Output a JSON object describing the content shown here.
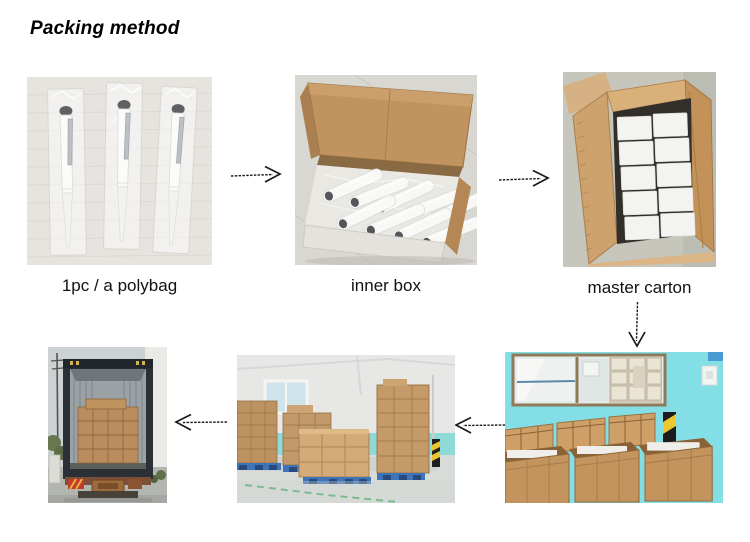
{
  "page": {
    "title": "Packing method",
    "background": "#ffffff",
    "text_color": "#000000"
  },
  "flow": {
    "top_row": [
      {
        "photo": "three-pens-in-clear-polybags",
        "label": "1pc / a polybag"
      },
      {
        "photo": "polybagged-pens-in-open-inner-box",
        "label": "inner box"
      },
      {
        "photo": "white-inner-boxes-packed-in-master-carton",
        "label": "master carton"
      }
    ],
    "bottom_row": [
      {
        "photo": "open-cartons-with-dividers-in-packing-room"
      },
      {
        "photo": "carton-stacks-on-blue-pallets-in-warehouse"
      },
      {
        "photo": "cartons-loaded-in-container-truck"
      }
    ],
    "arrows": [
      {
        "name": "polybag-to-innerbox",
        "direction": "right"
      },
      {
        "name": "innerbox-to-mastercarton",
        "direction": "right"
      },
      {
        "name": "mastercarton-to-packing-room",
        "direction": "down"
      },
      {
        "name": "packing-room-to-warehouse",
        "direction": "left"
      },
      {
        "name": "warehouse-to-truck",
        "direction": "left"
      }
    ]
  },
  "colors": {
    "cardboard": "#c79a6a",
    "cardboard_dark": "#a87f4e",
    "wall_cyan": "#84dee6",
    "pallet_blue": "#3f6db4",
    "arrow": "#1a1a1a",
    "pen_body": "#fbfbfa"
  }
}
